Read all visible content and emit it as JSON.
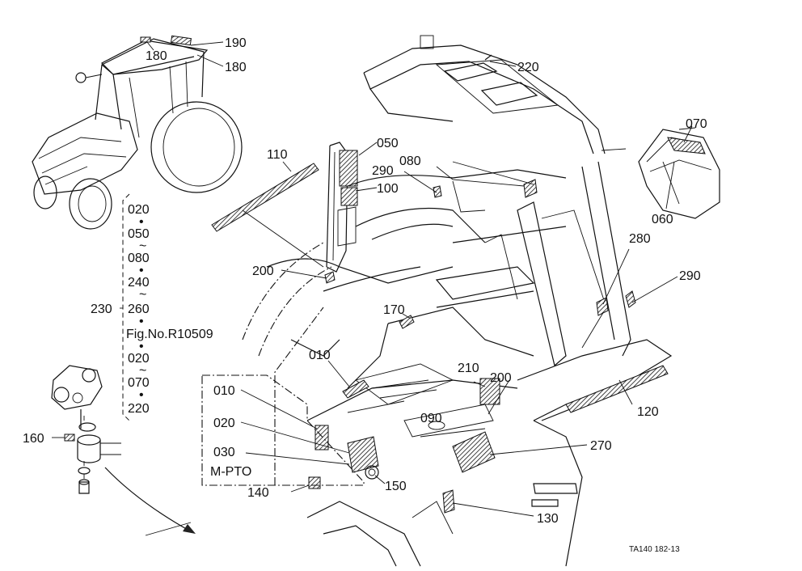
{
  "labels": {
    "l190": "190",
    "l180a": "180",
    "l180b": "180",
    "l220": "220",
    "l070": "070",
    "l060": "060",
    "l050": "050",
    "l080": "080",
    "l290a": "290",
    "l100": "100",
    "l110": "110",
    "l200a": "200",
    "l280": "280",
    "l290b": "290",
    "l170": "170",
    "l230": "230",
    "l010a": "010",
    "l010b": "010",
    "l020": "020",
    "l030": "030",
    "lmpto": "M-PTO",
    "l140": "140",
    "l150": "150",
    "l090": "090",
    "l210": "210",
    "l200b": "200",
    "l120": "120",
    "l270": "270",
    "l130": "130",
    "l160": "160"
  },
  "range_list": [
    "020",
    "•",
    "050",
    "~",
    "080",
    "•",
    "240",
    "~",
    "260",
    "•",
    "Fig.No.R10509",
    "•",
    "020",
    "~",
    "070",
    "•",
    "220"
  ],
  "figure_code": "TA140 182-13"
}
